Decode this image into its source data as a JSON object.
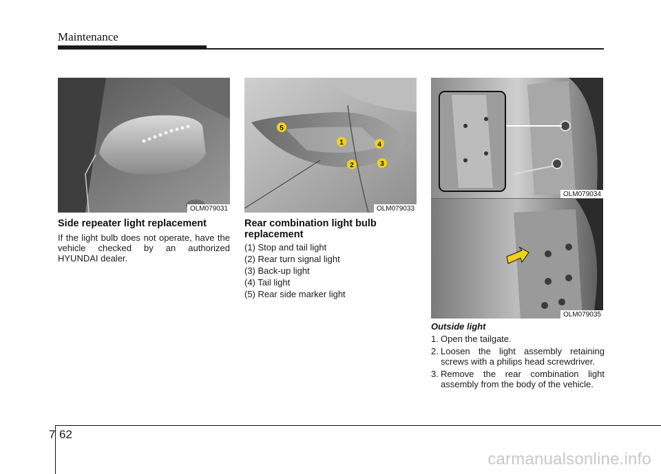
{
  "header": {
    "title": "Maintenance"
  },
  "footer": {
    "chapter": "7",
    "page": "62",
    "watermark": "carmanualsonline.info"
  },
  "photos": {
    "side_mirror": {
      "code": "OLM079031"
    },
    "rear_lamp": {
      "code": "OLM079033",
      "callouts": [
        "1",
        "2",
        "3",
        "4",
        "5"
      ]
    },
    "screws_closeup": {
      "code": "OLM079034"
    },
    "lamp_housing": {
      "code": "OLM079035"
    }
  },
  "side_repeater": {
    "heading": "Side repeater light replacement",
    "body": "If the light bulb does not operate, have the vehicle checked by an authorized HYUNDAI dealer."
  },
  "rear_combination": {
    "heading": "Rear combination light bulb replacement",
    "items": [
      "(1) Stop and tail light",
      "(2) Rear turn signal light",
      "(3) Back-up light",
      "(4) Tail light",
      "(5) Rear side marker light"
    ]
  },
  "outside_light": {
    "subheading": "Outside light",
    "steps": [
      {
        "num": "1.",
        "text": "Open the tailgate."
      },
      {
        "num": "2.",
        "text": "Loosen the light assembly retaining screws with a philips head screwdriver."
      },
      {
        "num": "3.",
        "text": "Remove the rear combination light assembly from the body of the vehicle."
      }
    ]
  },
  "colors": {
    "rule": "#1b1b1b",
    "accent_arrow": "#f2d11b"
  }
}
